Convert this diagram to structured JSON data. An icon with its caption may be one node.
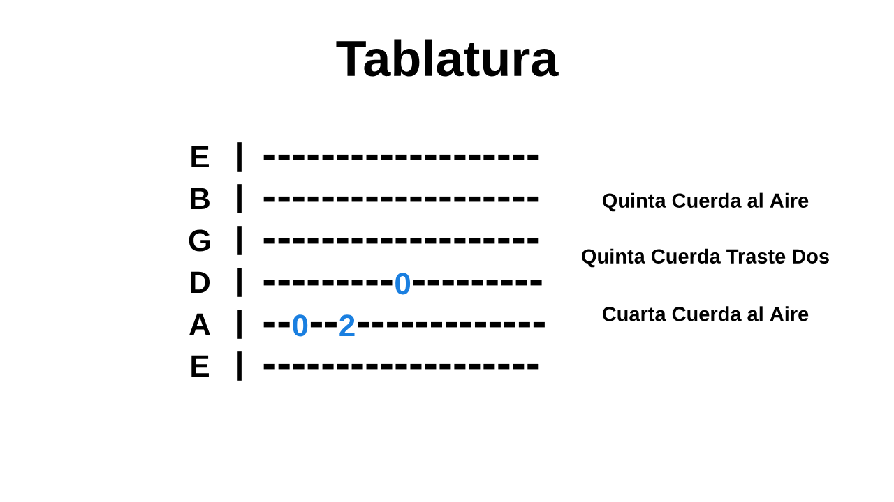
{
  "diagram": {
    "title": "Tablatura",
    "labels": [
      "E",
      "|",
      "-------------------",
      "B",
      "|",
      "-------------------",
      "Quinta Cuerda al Aire",
      "G",
      "|",
      "-------------------",
      "Quinta Cuerda Traste Dos",
      "D",
      "|",
      "---------",
      "0",
      "---------",
      "Cuarta Cuerda al Aire",
      "A",
      "|",
      "--",
      "0",
      "--",
      "2",
      "-------------",
      "E",
      "|",
      "-------------------"
    ]
  }
}
